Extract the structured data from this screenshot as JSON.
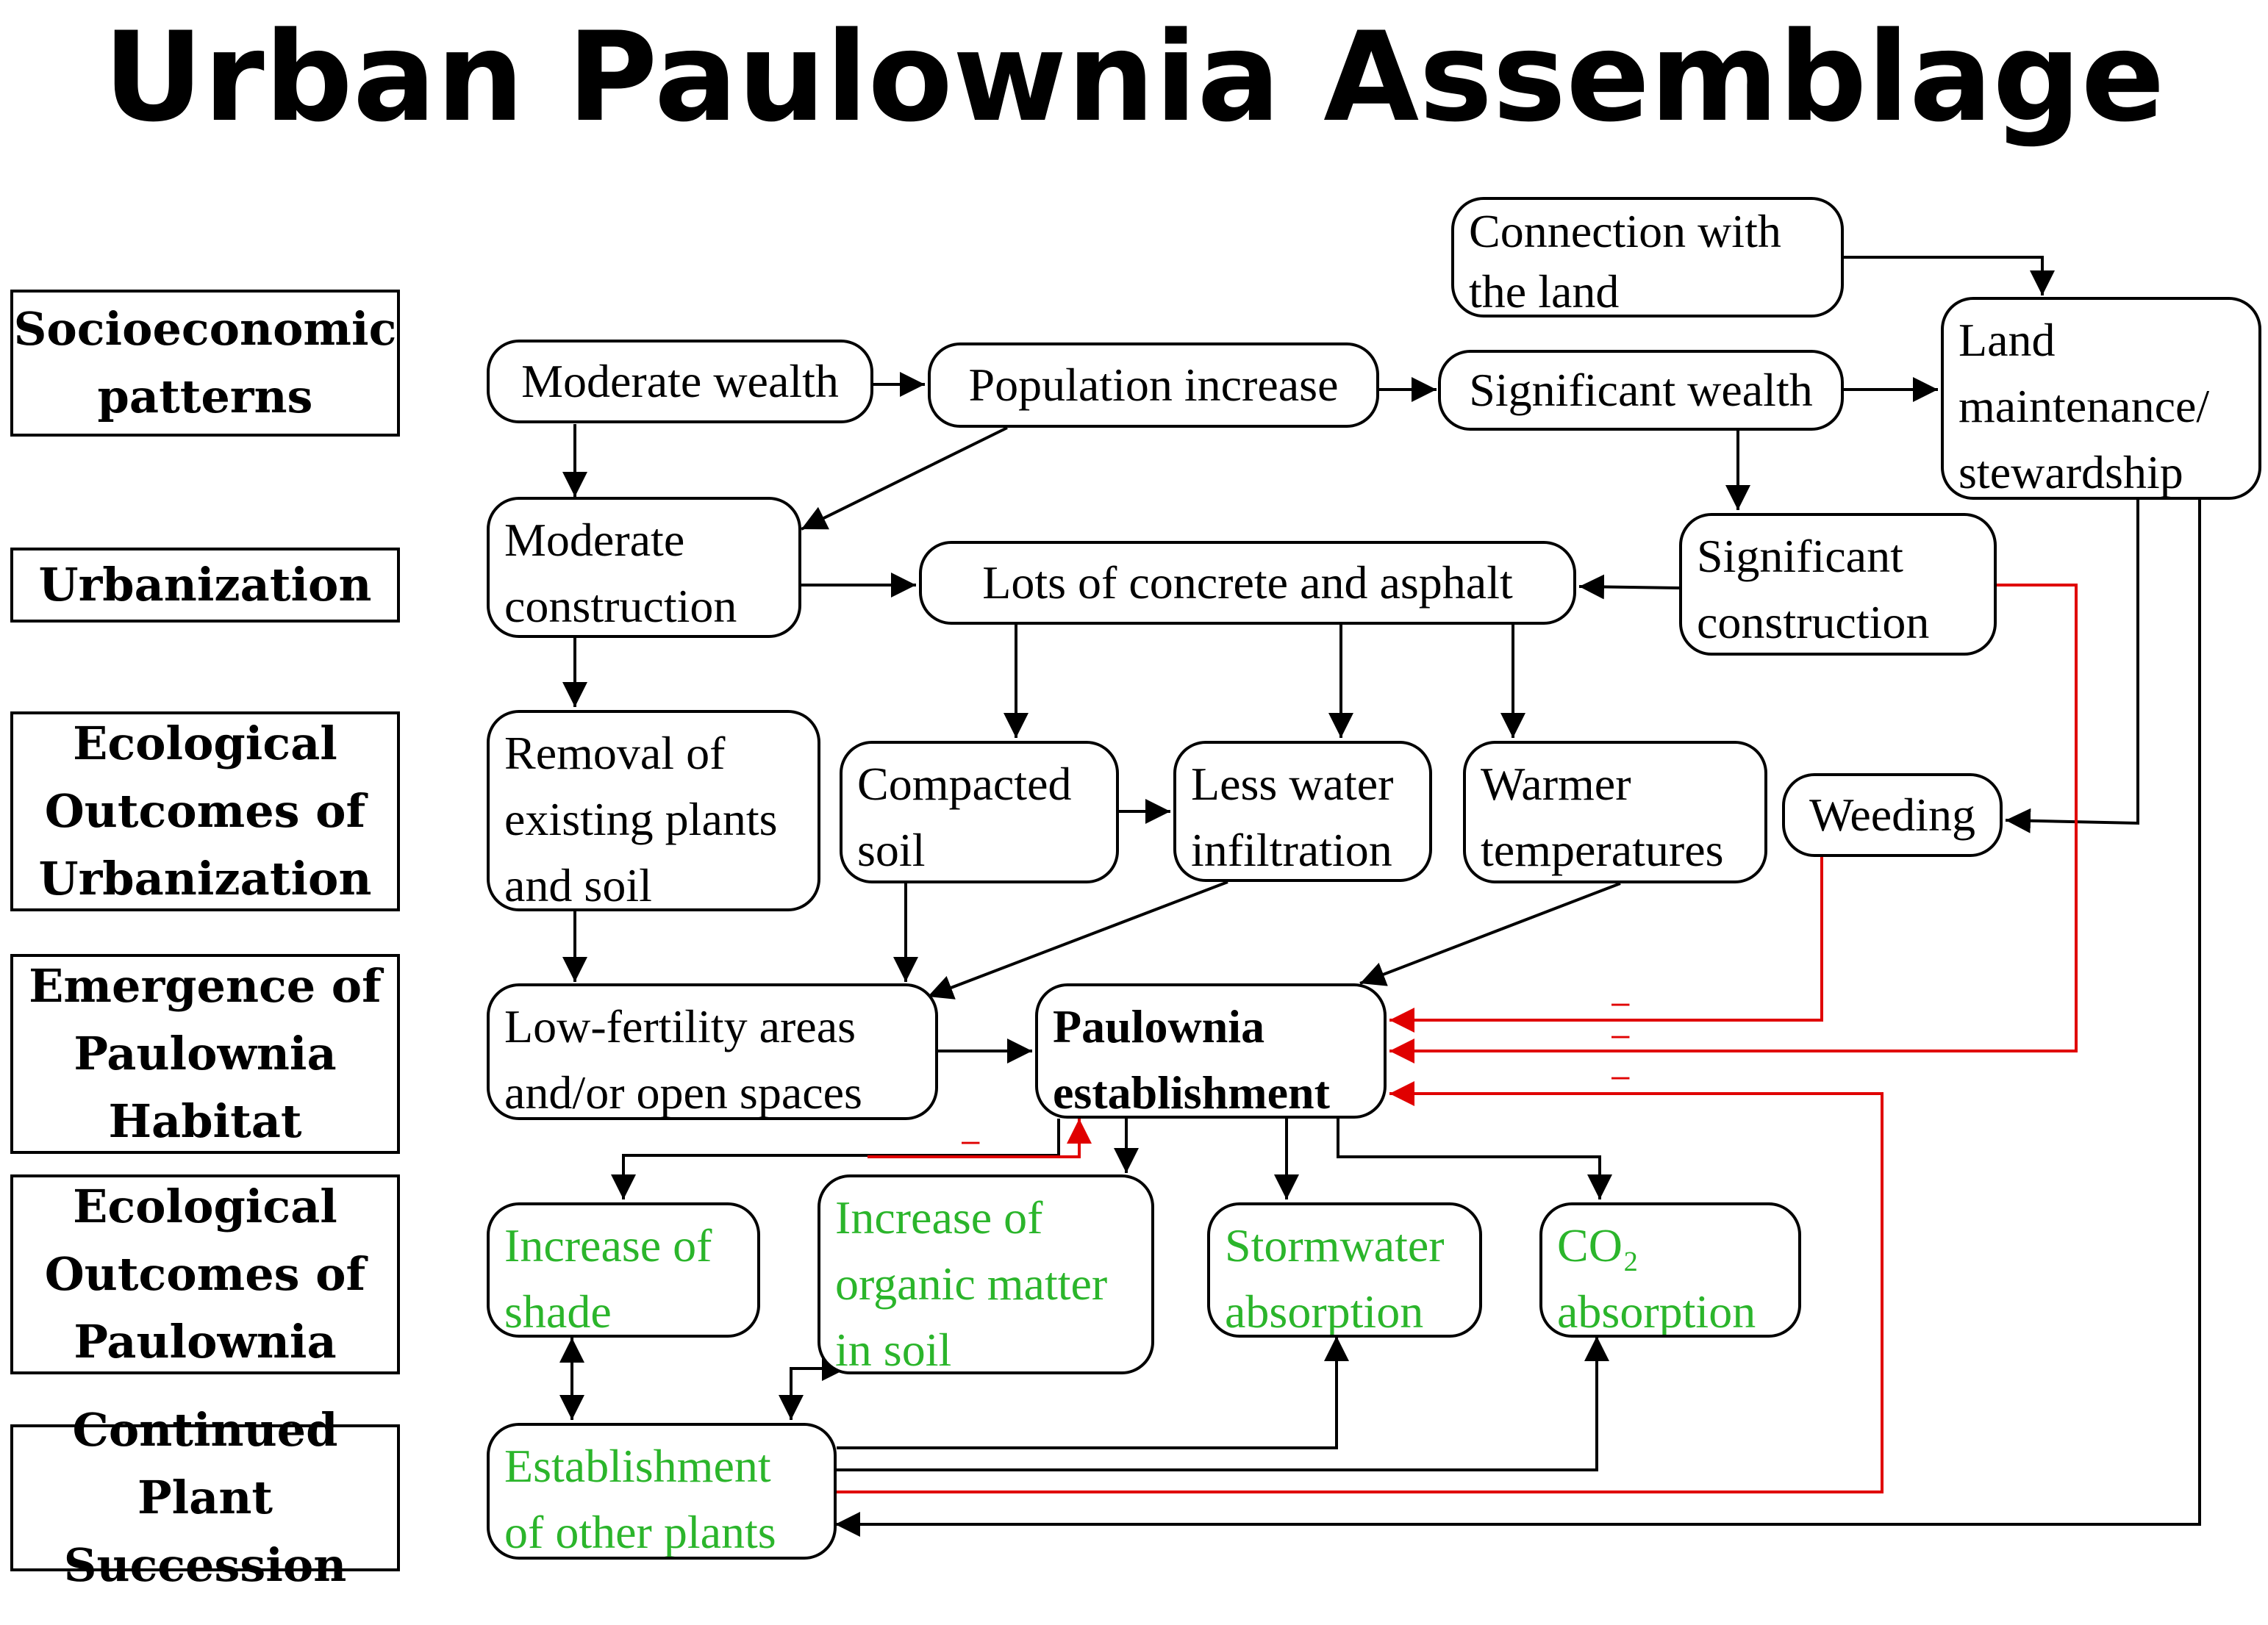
{
  "title": "Urban Paulownia Assemblage",
  "colors": {
    "black": "#000000",
    "green": "#2bb52b",
    "red": "#e00000"
  },
  "categories": [
    "Socioeconomic\npatterns",
    "Urbanization",
    "Ecological\nOutcomes of\nUrbanization",
    "Emergence of\nPaulownia\nHabitat",
    "Ecological\nOutcomes of\nPaulownia",
    "Continued Plant\nSuccession"
  ],
  "nodes": {
    "connection": "Connection with\nthe land",
    "moderate_wealth": "Moderate wealth",
    "population_increase": "Population increase",
    "significant_wealth": "Significant wealth",
    "land_maintenance": "Land\nmaintenance/\nstewardship",
    "moderate_construction": "Moderate\nconstruction",
    "concrete_asphalt": "Lots of  concrete and asphalt",
    "significant_construction": "Significant\nconstruction",
    "removal": "Removal of\nexisting plants\nand soil",
    "compacted_soil": "Compacted\nsoil",
    "less_water": "Less water\ninfiltration",
    "warmer": "Warmer\ntemperatures",
    "weeding": "Weeding",
    "low_fertility": "Low-fertility areas\nand/or open spaces",
    "paulownia": "Paulownia\nestablishment",
    "shade": "Increase of\nshade",
    "organic_matter": "Increase of\norganic matter\nin soil",
    "stormwater": "Stormwater\nabsorption",
    "co2": "CO₂\nabsorption",
    "other_plants": "Establishment\nof  other plants"
  },
  "inhibition_labels": [
    "–",
    "–",
    "–",
    "–"
  ]
}
